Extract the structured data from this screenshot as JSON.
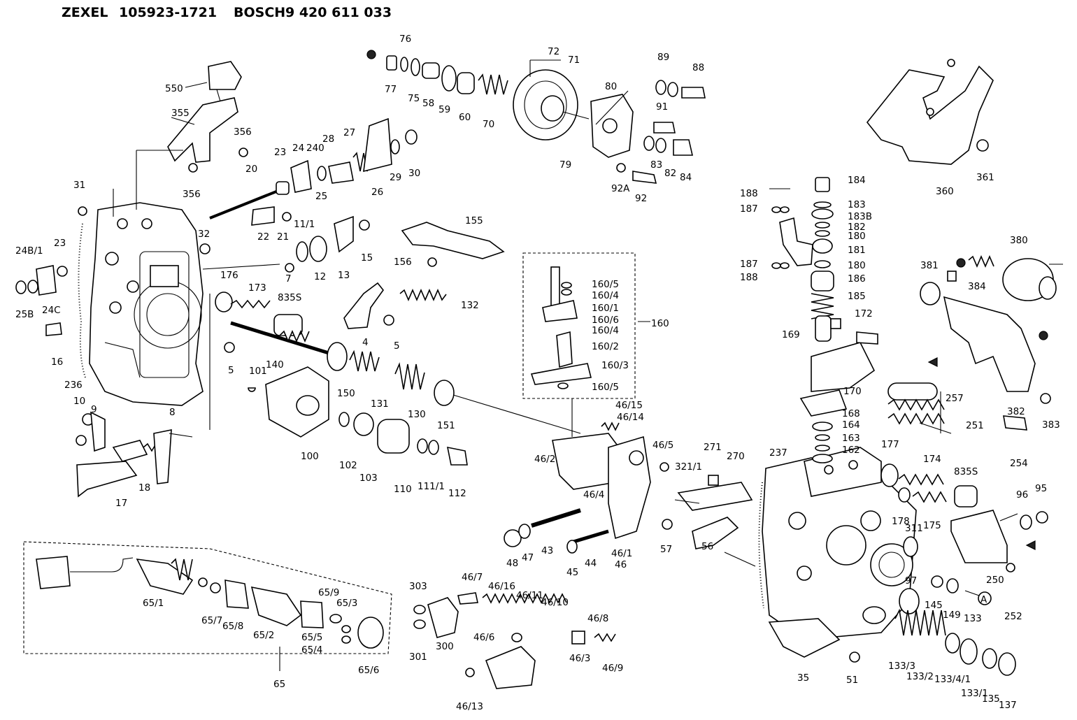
{
  "header": {
    "brand1": "ZEXEL",
    "part1": "105923-1721",
    "brand2": "BOSCH",
    "part2": "9 420 611 033"
  },
  "labels": [
    {
      "id": "550",
      "t": "550"
    },
    {
      "id": "355",
      "t": "355"
    },
    {
      "id": "356a",
      "t": "356"
    },
    {
      "id": "356b",
      "t": "356"
    },
    {
      "id": "76",
      "t": "76"
    },
    {
      "id": "77",
      "t": "77"
    },
    {
      "id": "75",
      "t": "75"
    },
    {
      "id": "58",
      "t": "58"
    },
    {
      "id": "59",
      "t": "59"
    },
    {
      "id": "60",
      "t": "60"
    },
    {
      "id": "70",
      "t": "70"
    },
    {
      "id": "72",
      "t": "72"
    },
    {
      "id": "71",
      "t": "71"
    },
    {
      "id": "79",
      "t": "79"
    },
    {
      "id": "80",
      "t": "80"
    },
    {
      "id": "89",
      "t": "89"
    },
    {
      "id": "88",
      "t": "88"
    },
    {
      "id": "91",
      "t": "91"
    },
    {
      "id": "83",
      "t": "83"
    },
    {
      "id": "82",
      "t": "82"
    },
    {
      "id": "84",
      "t": "84"
    },
    {
      "id": "92A",
      "t": "92A"
    },
    {
      "id": "92",
      "t": "92"
    },
    {
      "id": "23a",
      "t": "23"
    },
    {
      "id": "24",
      "t": "24"
    },
    {
      "id": "240",
      "t": "240"
    },
    {
      "id": "28",
      "t": "28"
    },
    {
      "id": "27",
      "t": "27"
    },
    {
      "id": "25",
      "t": "25"
    },
    {
      "id": "26",
      "t": "26"
    },
    {
      "id": "29",
      "t": "29"
    },
    {
      "id": "30",
      "t": "30"
    },
    {
      "id": "20",
      "t": "20"
    },
    {
      "id": "31",
      "t": "31"
    },
    {
      "id": "22",
      "t": "22"
    },
    {
      "id": "21",
      "t": "21"
    },
    {
      "id": "11_1a",
      "t": "11/1"
    },
    {
      "id": "32",
      "t": "32"
    },
    {
      "id": "12",
      "t": "12"
    },
    {
      "id": "13",
      "t": "13"
    },
    {
      "id": "15",
      "t": "15"
    },
    {
      "id": "155",
      "t": "155"
    },
    {
      "id": "156",
      "t": "156"
    },
    {
      "id": "24B_1",
      "t": "24B/1"
    },
    {
      "id": "23b",
      "t": "23"
    },
    {
      "id": "7",
      "t": "7"
    },
    {
      "id": "176",
      "t": "176"
    },
    {
      "id": "173",
      "t": "173"
    },
    {
      "id": "835Sa",
      "t": "835S"
    },
    {
      "id": "132",
      "t": "132"
    },
    {
      "id": "25B",
      "t": "25B"
    },
    {
      "id": "24C",
      "t": "24C"
    },
    {
      "id": "4",
      "t": "4"
    },
    {
      "id": "5a",
      "t": "5"
    },
    {
      "id": "16",
      "t": "16"
    },
    {
      "id": "5b",
      "t": "5"
    },
    {
      "id": "101",
      "t": "101"
    },
    {
      "id": "140",
      "t": "140"
    },
    {
      "id": "236",
      "t": "236"
    },
    {
      "id": "150",
      "t": "150"
    },
    {
      "id": "131",
      "t": "131"
    },
    {
      "id": "130",
      "t": "130"
    },
    {
      "id": "151",
      "t": "151"
    },
    {
      "id": "10",
      "t": "10"
    },
    {
      "id": "9",
      "t": "9"
    },
    {
      "id": "8",
      "t": "8"
    },
    {
      "id": "18",
      "t": "18"
    },
    {
      "id": "17",
      "t": "17"
    },
    {
      "id": "100",
      "t": "100"
    },
    {
      "id": "102",
      "t": "102"
    },
    {
      "id": "103",
      "t": "103"
    },
    {
      "id": "110",
      "t": "110"
    },
    {
      "id": "111_1",
      "t": "111/1"
    },
    {
      "id": "112",
      "t": "112"
    },
    {
      "id": "160_5a",
      "t": "160/5"
    },
    {
      "id": "160_4a",
      "t": "160/4"
    },
    {
      "id": "160_1",
      "t": "160/1"
    },
    {
      "id": "160_6",
      "t": "160/6"
    },
    {
      "id": "160_4b",
      "t": "160/4"
    },
    {
      "id": "160_2",
      "t": "160/2"
    },
    {
      "id": "160_3",
      "t": "160/3"
    },
    {
      "id": "160_5b",
      "t": "160/5"
    },
    {
      "id": "160",
      "t": "160"
    },
    {
      "id": "46_15",
      "t": "46/15"
    },
    {
      "id": "46_14",
      "t": "46/14"
    },
    {
      "id": "46_2",
      "t": "46/2"
    },
    {
      "id": "46_4",
      "t": "46/4"
    },
    {
      "id": "46_5",
      "t": "46/5"
    },
    {
      "id": "321_1",
      "t": "321/1"
    },
    {
      "id": "271",
      "t": "271"
    },
    {
      "id": "270",
      "t": "270"
    },
    {
      "id": "48",
      "t": "48"
    },
    {
      "id": "47",
      "t": "47"
    },
    {
      "id": "43",
      "t": "43"
    },
    {
      "id": "45",
      "t": "45"
    },
    {
      "id": "44",
      "t": "44"
    },
    {
      "id": "46_1",
      "t": "46/1"
    },
    {
      "id": "46",
      "t": "46"
    },
    {
      "id": "57",
      "t": "57"
    },
    {
      "id": "56",
      "t": "56"
    },
    {
      "id": "65_1",
      "t": "65/1"
    },
    {
      "id": "65_7",
      "t": "65/7"
    },
    {
      "id": "65_8",
      "t": "65/8"
    },
    {
      "id": "65_2",
      "t": "65/2"
    },
    {
      "id": "65_9",
      "t": "65/9"
    },
    {
      "id": "65_3",
      "t": "65/3"
    },
    {
      "id": "65_5",
      "t": "65/5"
    },
    {
      "id": "65_4",
      "t": "65/4"
    },
    {
      "id": "65_6",
      "t": "65/6"
    },
    {
      "id": "65",
      "t": "65"
    },
    {
      "id": "303",
      "t": "303"
    },
    {
      "id": "301",
      "t": "301"
    },
    {
      "id": "300",
      "t": "300"
    },
    {
      "id": "46_7",
      "t": "46/7"
    },
    {
      "id": "46_16",
      "t": "46/16"
    },
    {
      "id": "46_11",
      "t": "46/11"
    },
    {
      "id": "46_10",
      "t": "46/10"
    },
    {
      "id": "46_8",
      "t": "46/8"
    },
    {
      "id": "46_6",
      "t": "46/6"
    },
    {
      "id": "46_3",
      "t": "46/3"
    },
    {
      "id": "46_9",
      "t": "46/9"
    },
    {
      "id": "46_13",
      "t": "46/13"
    },
    {
      "id": "188a",
      "t": "188"
    },
    {
      "id": "187a",
      "t": "187"
    },
    {
      "id": "184",
      "t": "184"
    },
    {
      "id": "183",
      "t": "183"
    },
    {
      "id": "183B",
      "t": "183B"
    },
    {
      "id": "182",
      "t": "182"
    },
    {
      "id": "180a",
      "t": "180"
    },
    {
      "id": "181",
      "t": "181"
    },
    {
      "id": "187b",
      "t": "187"
    },
    {
      "id": "188b",
      "t": "188"
    },
    {
      "id": "180b",
      "t": "180"
    },
    {
      "id": "186",
      "t": "186"
    },
    {
      "id": "185",
      "t": "185"
    },
    {
      "id": "172",
      "t": "172"
    },
    {
      "id": "169",
      "t": "169"
    },
    {
      "id": "170",
      "t": "170"
    },
    {
      "id": "168",
      "t": "168"
    },
    {
      "id": "164",
      "t": "164"
    },
    {
      "id": "163",
      "t": "163"
    },
    {
      "id": "162",
      "t": "162"
    },
    {
      "id": "360",
      "t": "360"
    },
    {
      "id": "361",
      "t": "361"
    },
    {
      "id": "380",
      "t": "380"
    },
    {
      "id": "381",
      "t": "381"
    },
    {
      "id": "384",
      "t": "384"
    },
    {
      "id": "257",
      "t": "257"
    },
    {
      "id": "251",
      "t": "251"
    },
    {
      "id": "382",
      "t": "382"
    },
    {
      "id": "383",
      "t": "383"
    },
    {
      "id": "254",
      "t": "254"
    },
    {
      "id": "237",
      "t": "237"
    },
    {
      "id": "177",
      "t": "177"
    },
    {
      "id": "174",
      "t": "174"
    },
    {
      "id": "835Sb",
      "t": "835S"
    },
    {
      "id": "178",
      "t": "178"
    },
    {
      "id": "175",
      "t": "175"
    },
    {
      "id": "311",
      "t": "311"
    },
    {
      "id": "96",
      "t": "96"
    },
    {
      "id": "95",
      "t": "95"
    },
    {
      "id": "250",
      "t": "250"
    },
    {
      "id": "97",
      "t": "97"
    },
    {
      "id": "145",
      "t": "145"
    },
    {
      "id": "149",
      "t": "149"
    },
    {
      "id": "A",
      "t": "A"
    },
    {
      "id": "252",
      "t": "252"
    },
    {
      "id": "133",
      "t": "133"
    },
    {
      "id": "133_3",
      "t": "133/3"
    },
    {
      "id": "133_2",
      "t": "133/2"
    },
    {
      "id": "133_4_1",
      "t": "133/4/1"
    },
    {
      "id": "133_1",
      "t": "133/1"
    },
    {
      "id": "135",
      "t": "135"
    },
    {
      "id": "137",
      "t": "137"
    },
    {
      "id": "35",
      "t": "35"
    },
    {
      "id": "51",
      "t": "51"
    }
  ]
}
